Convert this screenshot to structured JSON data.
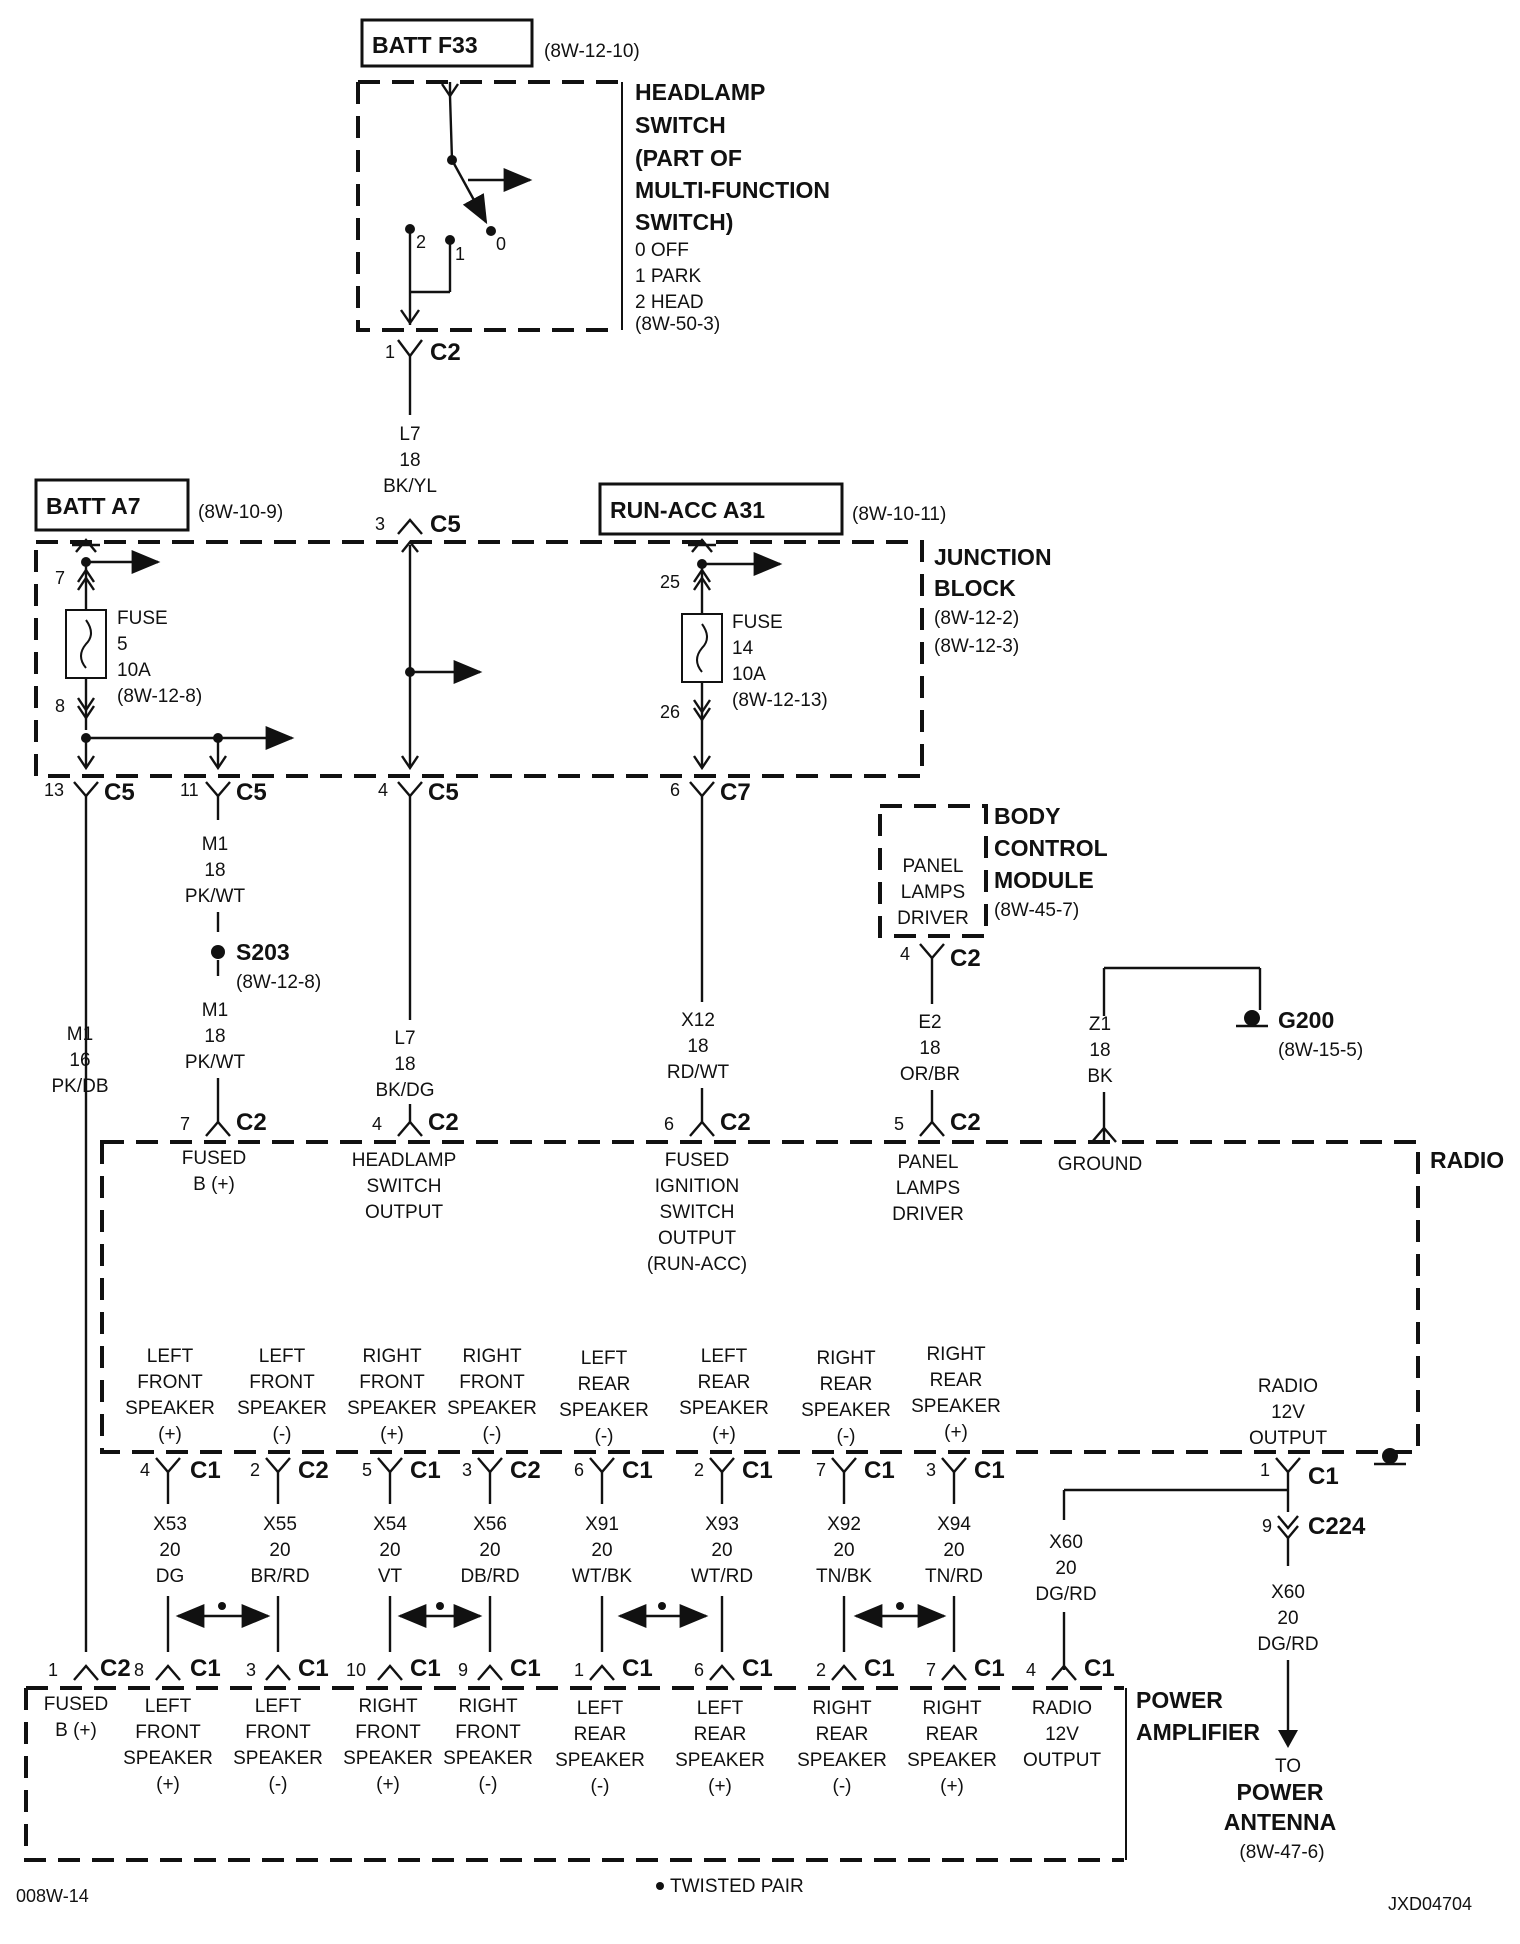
{
  "sources": {
    "batt_f33": {
      "name": "BATT F33",
      "ref": "(8W-12-10)"
    },
    "batt_a7": {
      "name": "BATT A7",
      "ref": "(8W-10-9)"
    },
    "run_acc_a31": {
      "name": "RUN-ACC A31",
      "ref": "(8W-10-11)"
    }
  },
  "headlamp_switch": {
    "title": [
      "HEADLAMP",
      "SWITCH",
      "(PART OF",
      "MULTI-FUNCTION",
      "SWITCH)"
    ],
    "positions": [
      "0 OFF",
      "1 PARK",
      "2 HEAD",
      "(8W-50-3)"
    ],
    "contacts": [
      "2",
      "1",
      "0"
    ],
    "connector": {
      "pin": "1",
      "name": "C2"
    }
  },
  "wire_l7_top": [
    "L7",
    "18",
    "BK/YL"
  ],
  "junction_block": {
    "title": [
      "JUNCTION",
      "BLOCK"
    ],
    "refs": [
      "(8W-12-2)",
      "(8W-12-3)"
    ],
    "c5_in": {
      "pin": "3",
      "name": "C5"
    },
    "fuse5": {
      "lines": [
        "FUSE",
        "5",
        "10A",
        "(8W-12-8)"
      ],
      "pin_in": "7",
      "pin_out": "8"
    },
    "fuse14": {
      "lines": [
        "FUSE",
        "14",
        "10A",
        "(8W-12-13)"
      ],
      "pin_in": "25",
      "pin_out": "26"
    },
    "outputs": [
      {
        "pin": "13",
        "name": "C5"
      },
      {
        "pin": "11",
        "name": "C5"
      },
      {
        "pin": "4",
        "name": "C5"
      },
      {
        "pin": "6",
        "name": "C7"
      }
    ]
  },
  "body_control_module": {
    "title": [
      "BODY",
      "CONTROL",
      "MODULE"
    ],
    "ref": "(8W-45-7)",
    "inner": [
      "PANEL",
      "LAMPS",
      "DRIVER"
    ],
    "connector": {
      "pin": "4",
      "name": "C2"
    }
  },
  "splice": {
    "name": "S203",
    "ref": "(8W-12-8)"
  },
  "ground": {
    "name": "G200",
    "ref": "(8W-15-5)"
  },
  "wires_mid": {
    "m1_top": [
      "M1",
      "18",
      "PK/WT"
    ],
    "m1_bottom": [
      "M1",
      "18",
      "PK/WT"
    ],
    "m1_16": [
      "M1",
      "16",
      "PK/DB"
    ],
    "l7": [
      "L7",
      "18",
      "BK/DG"
    ],
    "x12": [
      "X12",
      "18",
      "RD/WT"
    ],
    "e2": [
      "E2",
      "18",
      "OR/BR"
    ],
    "z1": [
      "Z1",
      "18",
      "BK"
    ]
  },
  "radio": {
    "title": "RADIO",
    "inputs": [
      {
        "pin": "7",
        "conn": "C2",
        "label": [
          "FUSED",
          "B (+)"
        ]
      },
      {
        "pin": "4",
        "conn": "C2",
        "label": [
          "HEADLAMP",
          "SWITCH",
          "OUTPUT"
        ]
      },
      {
        "pin": "6",
        "conn": "C2",
        "label": [
          "FUSED",
          "IGNITION",
          "SWITCH",
          "OUTPUT",
          "(RUN-ACC)"
        ]
      },
      {
        "pin": "5",
        "conn": "C2",
        "label": [
          "PANEL",
          "LAMPS",
          "DRIVER"
        ]
      },
      {
        "pin": "",
        "conn": "",
        "label": [
          "GROUND"
        ]
      }
    ],
    "outputs": [
      {
        "pin": "4",
        "conn": "C1",
        "label": [
          "LEFT",
          "FRONT",
          "SPEAKER",
          "(+)"
        ],
        "wire": [
          "X53",
          "20",
          "DG"
        ]
      },
      {
        "pin": "2",
        "conn": "C2",
        "label": [
          "LEFT",
          "FRONT",
          "SPEAKER",
          "(-)"
        ],
        "wire": [
          "X55",
          "20",
          "BR/RD"
        ]
      },
      {
        "pin": "5",
        "conn": "C1",
        "label": [
          "RIGHT",
          "FRONT",
          "SPEAKER",
          "(+)"
        ],
        "wire": [
          "X54",
          "20",
          "VT"
        ]
      },
      {
        "pin": "3",
        "conn": "C2",
        "label": [
          "RIGHT",
          "FRONT",
          "SPEAKER",
          "(-)"
        ],
        "wire": [
          "X56",
          "20",
          "DB/RD"
        ]
      },
      {
        "pin": "6",
        "conn": "C1",
        "label": [
          "LEFT",
          "REAR",
          "SPEAKER",
          "(-)"
        ],
        "wire": [
          "X91",
          "20",
          "WT/BK"
        ]
      },
      {
        "pin": "2",
        "conn": "C1",
        "label": [
          "LEFT",
          "REAR",
          "SPEAKER",
          "(+)"
        ],
        "wire": [
          "X93",
          "20",
          "WT/RD"
        ]
      },
      {
        "pin": "7",
        "conn": "C1",
        "label": [
          "RIGHT",
          "REAR",
          "SPEAKER",
          "(-)"
        ],
        "wire": [
          "X92",
          "20",
          "TN/BK"
        ]
      },
      {
        "pin": "3",
        "conn": "C1",
        "label": [
          "RIGHT",
          "REAR",
          "SPEAKER",
          "(+)"
        ],
        "wire": [
          "X94",
          "20",
          "TN/RD"
        ]
      }
    ],
    "radio_12v": {
      "label": [
        "RADIO",
        "12V",
        "OUTPUT"
      ],
      "pin": "1",
      "conn": "C1"
    }
  },
  "c224": {
    "pin": "9",
    "name": "C224"
  },
  "x60_left": [
    "X60",
    "20",
    "DG/RD"
  ],
  "x60_right": [
    "X60",
    "20",
    "DG/RD"
  ],
  "power_amplifier": {
    "title": [
      "POWER",
      "AMPLIFIER"
    ],
    "inputs": [
      {
        "pin": "1",
        "conn": "C2",
        "label": [
          "FUSED",
          "B (+)"
        ]
      },
      {
        "pin": "8",
        "conn": "C1",
        "label": [
          "LEFT",
          "FRONT",
          "SPEAKER",
          "(+)"
        ]
      },
      {
        "pin": "3",
        "conn": "C1",
        "label": [
          "LEFT",
          "FRONT",
          "SPEAKER",
          "(-)"
        ]
      },
      {
        "pin": "10",
        "conn": "C1",
        "label": [
          "RIGHT",
          "FRONT",
          "SPEAKER",
          "(+)"
        ]
      },
      {
        "pin": "9",
        "conn": "C1",
        "label": [
          "RIGHT",
          "FRONT",
          "SPEAKER",
          "(-)"
        ]
      },
      {
        "pin": "1",
        "conn": "C1",
        "label": [
          "LEFT",
          "REAR",
          "SPEAKER",
          "(-)"
        ]
      },
      {
        "pin": "6",
        "conn": "C1",
        "label": [
          "LEFT",
          "REAR",
          "SPEAKER",
          "(+)"
        ]
      },
      {
        "pin": "2",
        "conn": "C1",
        "label": [
          "RIGHT",
          "REAR",
          "SPEAKER",
          "(-)"
        ]
      },
      {
        "pin": "7",
        "conn": "C1",
        "label": [
          "RIGHT",
          "REAR",
          "SPEAKER",
          "(+)"
        ]
      },
      {
        "pin": "4",
        "conn": "C1",
        "label": [
          "RADIO",
          "12V",
          "OUTPUT"
        ]
      }
    ]
  },
  "power_antenna": {
    "to": "TO",
    "title": [
      "POWER",
      "ANTENNA"
    ],
    "ref": "(8W-47-6)"
  },
  "footer": {
    "twisted_pair": "TWISTED PAIR",
    "left_code": "008W-14",
    "right_code": "JXD04704"
  }
}
